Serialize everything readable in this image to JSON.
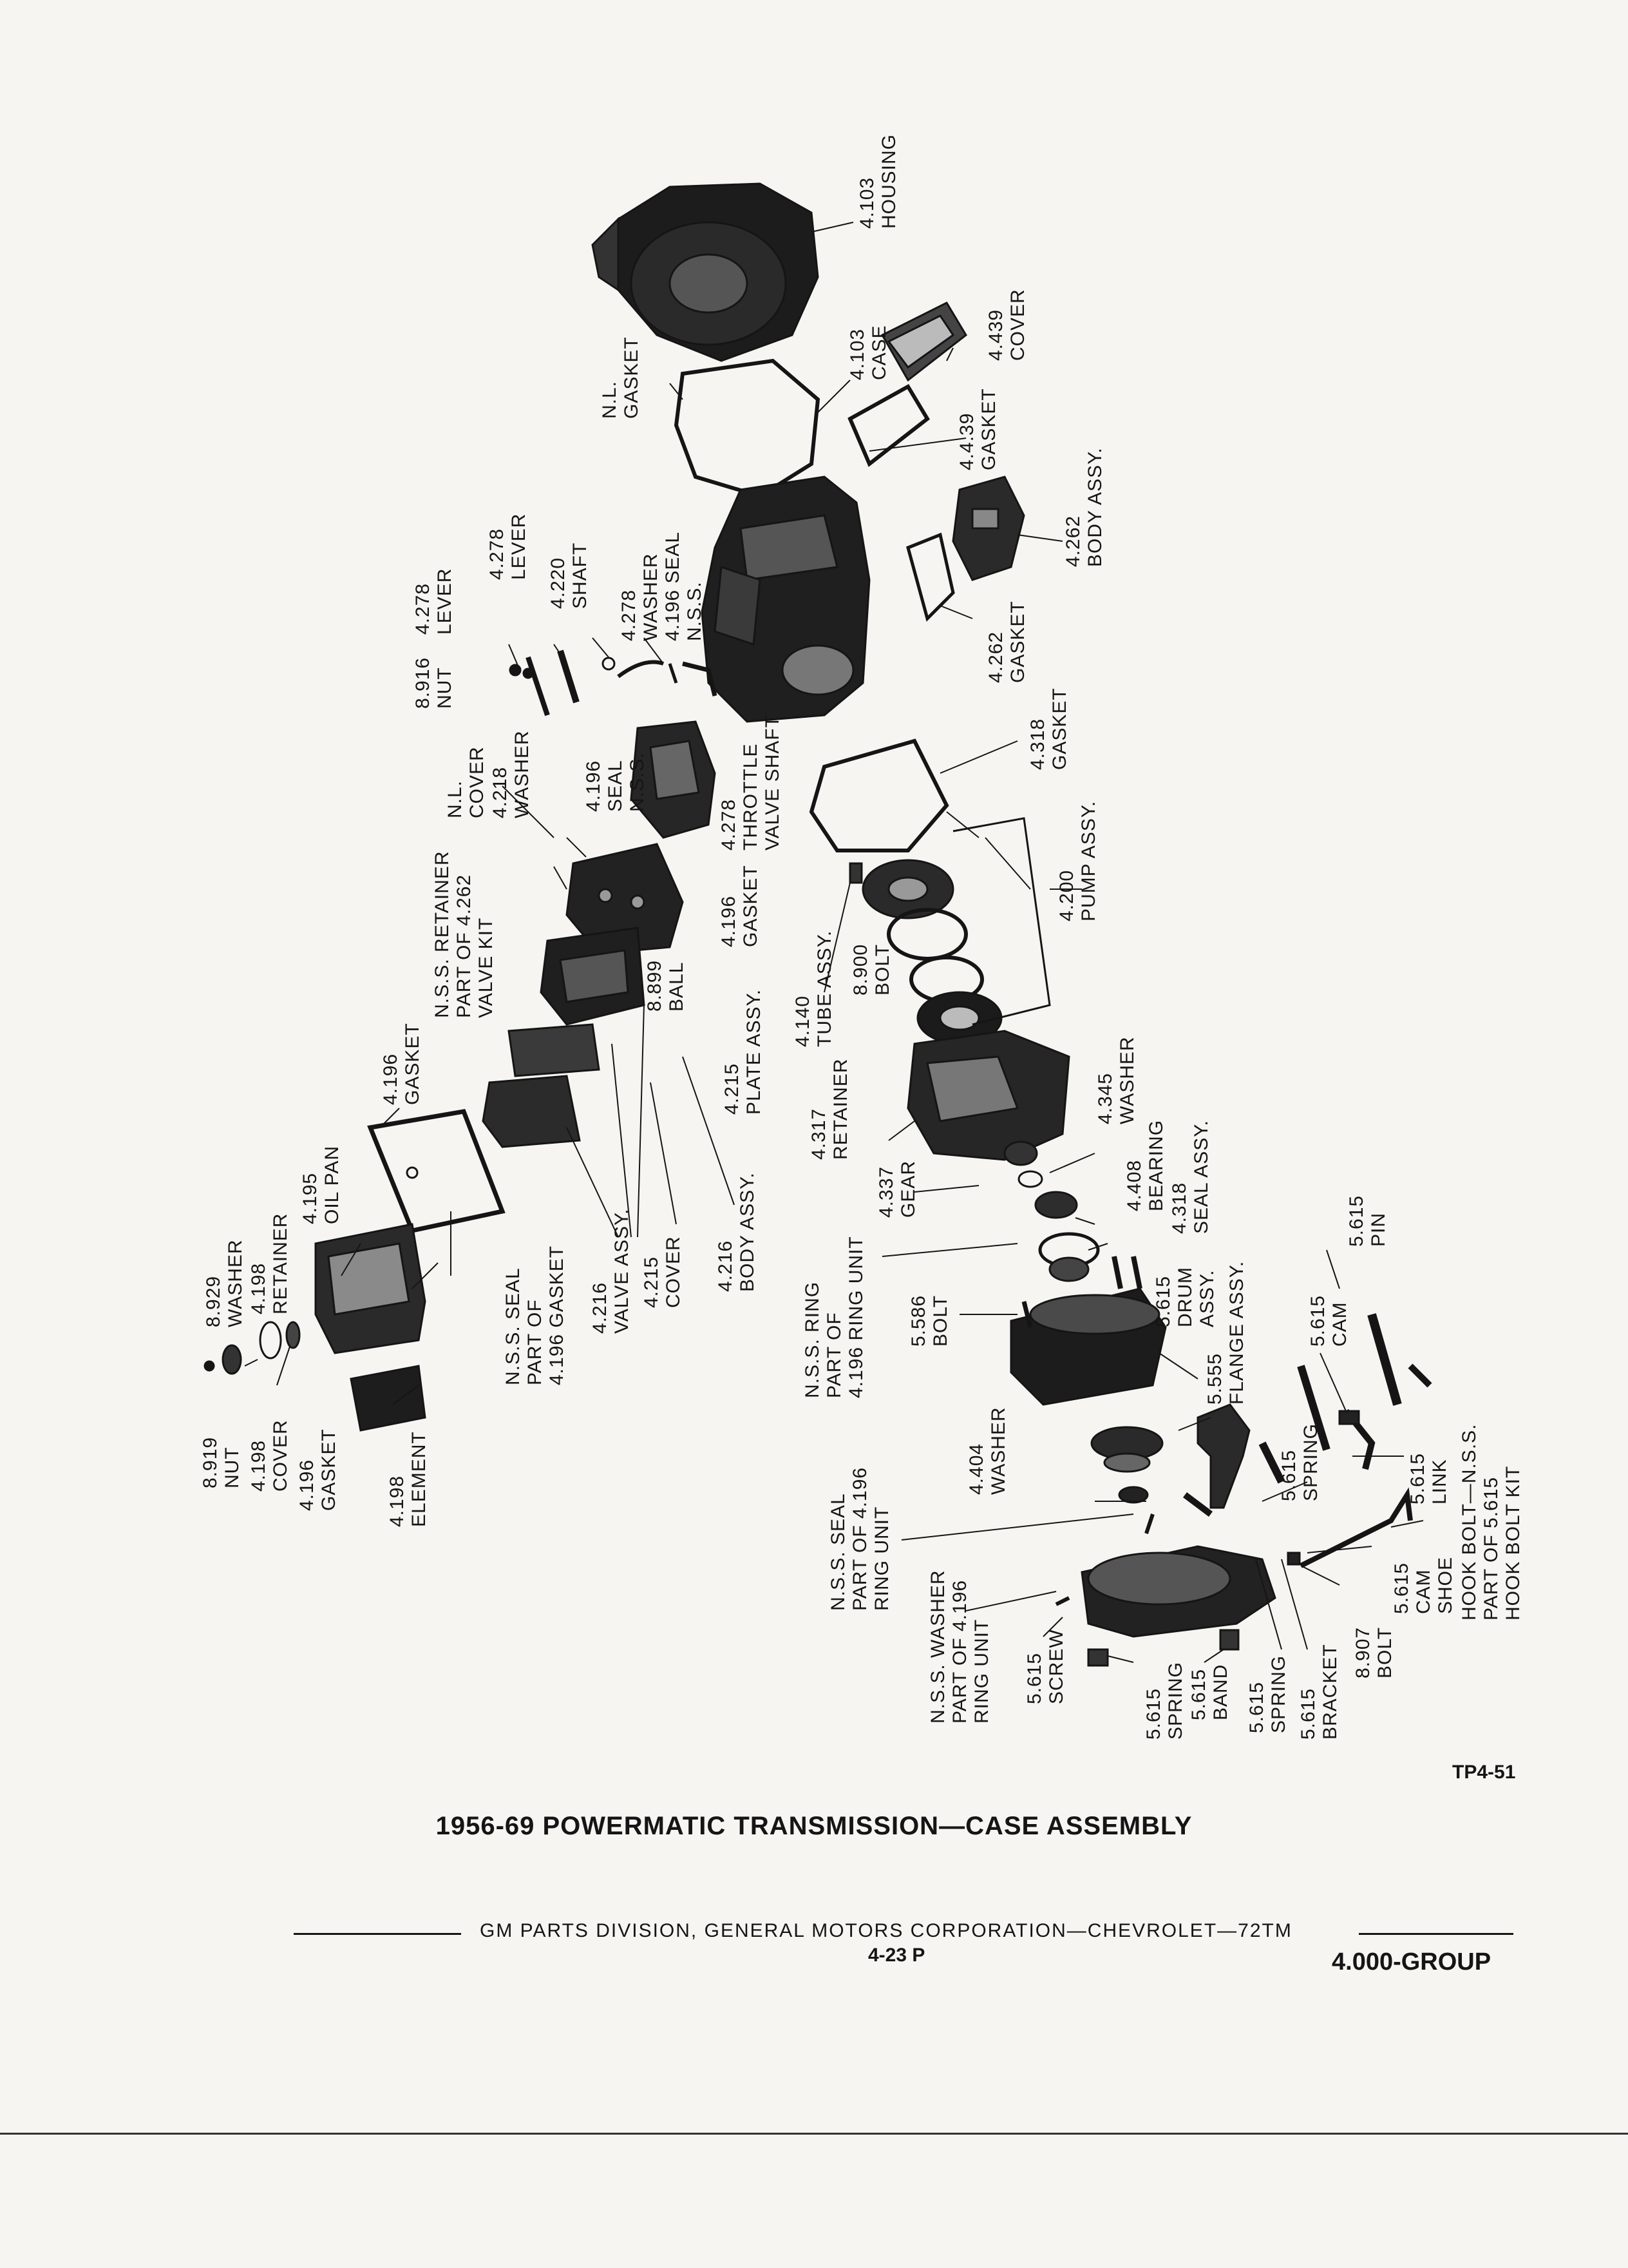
{
  "callouts": [
    {
      "id": "housing",
      "lines": [
        "4.103",
        "HOUSING"
      ]
    },
    {
      "id": "case",
      "lines": [
        "4.103",
        "CASE"
      ]
    },
    {
      "id": "cover-439",
      "lines": [
        "4.439",
        "COVER"
      ]
    },
    {
      "id": "gasket-4439",
      "lines": [
        "4.4.39",
        "GASKET"
      ]
    },
    {
      "id": "nl-gasket",
      "lines": [
        "N.L.",
        "GASKET"
      ]
    },
    {
      "id": "body-assy-262",
      "lines": [
        "4.262",
        "BODY ASSY."
      ]
    },
    {
      "id": "gasket-262",
      "lines": [
        "4.262",
        "GASKET"
      ]
    },
    {
      "id": "lever-a",
      "lines": [
        "4.278",
        "LEVER"
      ]
    },
    {
      "id": "lever-b",
      "lines": [
        "4.278",
        "LEVER"
      ]
    },
    {
      "id": "shaft-220",
      "lines": [
        "4.220",
        "SHAFT"
      ]
    },
    {
      "id": "washer-seal-278",
      "lines": [
        "4.278",
        "WASHER",
        "4.196 SEAL",
        "N.S.S."
      ]
    },
    {
      "id": "nut-916",
      "lines": [
        "8.916",
        "NUT"
      ]
    },
    {
      "id": "washer-218",
      "lines": [
        "4.218",
        "WASHER"
      ]
    },
    {
      "id": "seal-196",
      "lines": [
        "4.196",
        "SEAL",
        "N.S.S."
      ]
    },
    {
      "id": "nl-cover",
      "lines": [
        "N.L.",
        "COVER"
      ]
    },
    {
      "id": "throttle-shaft",
      "lines": [
        "4.278",
        "THROTTLE",
        "VALVE SHAFT"
      ]
    },
    {
      "id": "gasket-318",
      "lines": [
        "4.318",
        "GASKET"
      ]
    },
    {
      "id": "pump-assy",
      "lines": [
        "4.200",
        "PUMP ASSY."
      ]
    },
    {
      "id": "retainer-kit",
      "lines": [
        "N.S.S. RETAINER",
        "PART OF 4.262",
        "VALVE KIT"
      ]
    },
    {
      "id": "gasket-196-mid",
      "lines": [
        "4.196",
        "GASKET"
      ]
    },
    {
      "id": "ball-899",
      "lines": [
        "8.899",
        "BALL"
      ]
    },
    {
      "id": "tube-assy",
      "lines": [
        "4.140",
        "TUBE ASSY."
      ]
    },
    {
      "id": "bolt-900",
      "lines": [
        "8.900",
        "BOLT"
      ]
    },
    {
      "id": "gasket-196-top",
      "lines": [
        "4.196",
        "GASKET"
      ]
    },
    {
      "id": "plate-assy",
      "lines": [
        "4.215",
        "PLATE ASSY."
      ]
    },
    {
      "id": "oil-pan",
      "lines": [
        "4.195",
        "OIL PAN"
      ]
    },
    {
      "id": "retainer-317",
      "lines": [
        "4.317",
        "RETAINER"
      ]
    },
    {
      "id": "washer-345",
      "lines": [
        "4.345",
        "WASHER"
      ]
    },
    {
      "id": "bearing-408",
      "lines": [
        "4.408",
        "BEARING"
      ]
    },
    {
      "id": "gear-337",
      "lines": [
        "4.337",
        "GEAR"
      ]
    },
    {
      "id": "seal-assy-318",
      "lines": [
        "4.318",
        "SEAL ASSY."
      ]
    },
    {
      "id": "washer-929",
      "lines": [
        "8.929",
        "WASHER"
      ]
    },
    {
      "id": "retainer-198",
      "lines": [
        "4.198",
        "RETAINER"
      ]
    },
    {
      "id": "nss-seal-gasket",
      "lines": [
        "N.S.S. SEAL",
        "PART OF",
        "4.196 GASKET"
      ]
    },
    {
      "id": "valve-assy",
      "lines": [
        "4.216",
        "VALVE ASSY."
      ]
    },
    {
      "id": "cover-215",
      "lines": [
        "4.215",
        "COVER"
      ]
    },
    {
      "id": "body-assy-216",
      "lines": [
        "4.216",
        "BODY ASSY."
      ]
    },
    {
      "id": "ring-unit",
      "lines": [
        "N.S.S. RING",
        "PART OF",
        "4.196 RING UNIT"
      ]
    },
    {
      "id": "bolt-586",
      "lines": [
        "5.586",
        "BOLT"
      ]
    },
    {
      "id": "drum-assy",
      "lines": [
        "5.615",
        "DRUM",
        "ASSY."
      ]
    },
    {
      "id": "flange-assy",
      "lines": [
        "5.555",
        "FLANGE ASSY."
      ]
    },
    {
      "id": "pin-615",
      "lines": [
        "5.615",
        "PIN"
      ]
    },
    {
      "id": "cam-615",
      "lines": [
        "5.615",
        "CAM"
      ]
    },
    {
      "id": "link-615",
      "lines": [
        "5.615",
        "LINK"
      ]
    },
    {
      "id": "spring-615-a",
      "lines": [
        "5.615",
        "SPRING"
      ]
    },
    {
      "id": "nut-919",
      "lines": [
        "8.919",
        "NUT"
      ]
    },
    {
      "id": "cover-198",
      "lines": [
        "4.198",
        "COVER"
      ]
    },
    {
      "id": "gasket-196-low",
      "lines": [
        "4.196",
        "GASKET"
      ]
    },
    {
      "id": "element-198",
      "lines": [
        "4.198",
        "ELEMENT"
      ]
    },
    {
      "id": "washer-404",
      "lines": [
        "4.404",
        "WASHER"
      ]
    },
    {
      "id": "nss-seal-ring",
      "lines": [
        "N.S.S. SEAL",
        "PART OF 4.196",
        "RING UNIT"
      ]
    },
    {
      "id": "nss-washer-ring",
      "lines": [
        "N.S.S. WASHER",
        "PART OF 4.196",
        "RING UNIT"
      ]
    },
    {
      "id": "screw-615",
      "lines": [
        "5.615",
        "SCREW"
      ]
    },
    {
      "id": "spring-615-b",
      "lines": [
        "5.615",
        "SPRING"
      ]
    },
    {
      "id": "band-615",
      "lines": [
        "5.615",
        "BAND"
      ]
    },
    {
      "id": "spring-615-c",
      "lines": [
        "5.615",
        "SPRING"
      ]
    },
    {
      "id": "bracket-615",
      "lines": [
        "5.615",
        "BRACKET"
      ]
    },
    {
      "id": "bolt-907",
      "lines": [
        "8.907",
        "BOLT"
      ]
    },
    {
      "id": "cam-shoe",
      "lines": [
        "5.615",
        "CAM",
        "SHOE"
      ]
    },
    {
      "id": "hook-bolt",
      "lines": [
        "HOOK BOLT—N.S.S.",
        "PART OF 5.615",
        "HOOK BOLT KIT"
      ]
    }
  ],
  "code": "TP4-51",
  "title": "1956-69 POWERMATIC TRANSMISSION—CASE ASSEMBLY",
  "footer": "GM PARTS DIVISION,  GENERAL MOTORS CORPORATION—CHEVROLET—72TM",
  "page_number": "4-23  P",
  "group": "4.000-GROUP"
}
